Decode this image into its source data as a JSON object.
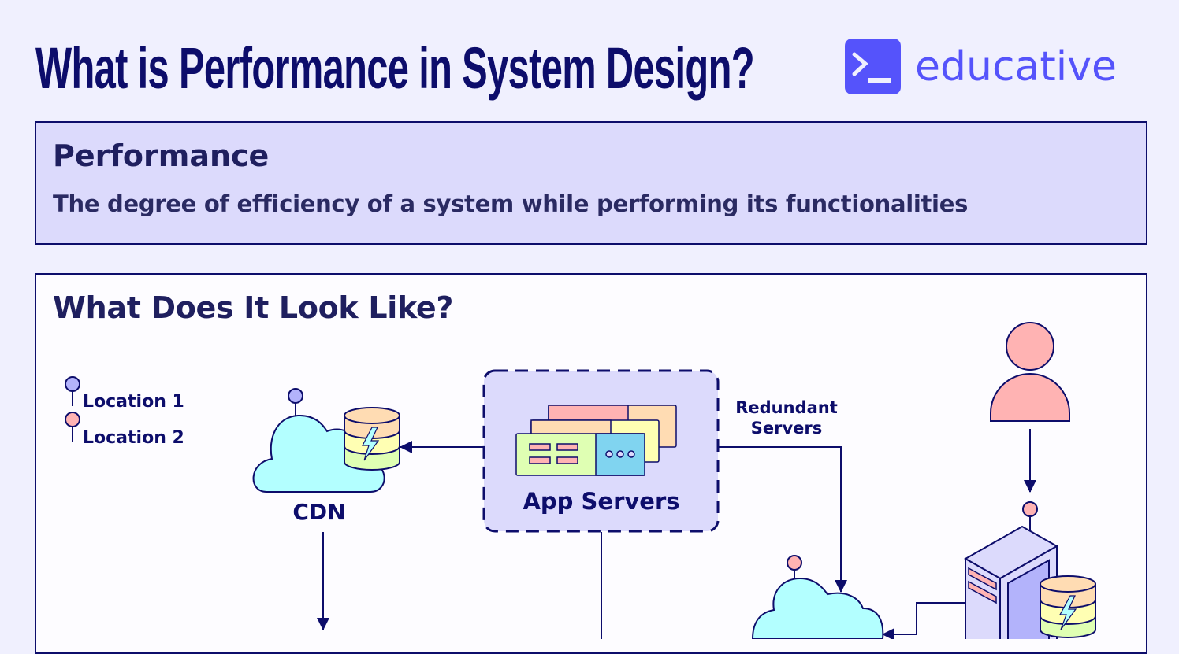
{
  "header": {
    "title": "What is Performance in System Design?",
    "logo_text": "educative"
  },
  "definition": {
    "term": "Performance",
    "text": "The degree of efficiency of a system while performing its functionalities"
  },
  "diagram": {
    "title": "What Does It Look Like?",
    "legend": [
      {
        "label": "Location 1",
        "color": "#b3b3fb"
      },
      {
        "label": "Location 2",
        "color": "#ffb3b3"
      }
    ],
    "nodes": {
      "cdn": "CDN",
      "app_servers": "App Servers",
      "redundant_label_1": "Redundant",
      "redundant_label_2": "Servers"
    }
  },
  "colors": {
    "navy": "#0d0d6b",
    "brand": "#5553fb",
    "panel": "#dcdafc",
    "cloud": "#b3ffff"
  }
}
